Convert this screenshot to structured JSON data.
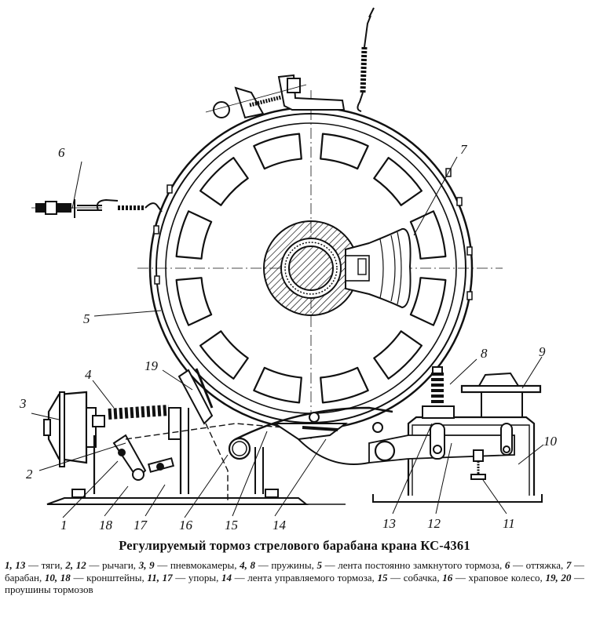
{
  "caption": {
    "title": "Регулируемый тормоз стрелового барабана крана КС-4361",
    "legend_items": [
      {
        "numbers": "1, 13",
        "text": "тяги"
      },
      {
        "numbers": "2, 12",
        "text": "рычаги"
      },
      {
        "numbers": "3, 9",
        "text": "пневмокамеры"
      },
      {
        "numbers": "4, 8",
        "text": "пружины"
      },
      {
        "numbers": "5",
        "text": "лента постоянно замкнутого тормоза"
      },
      {
        "numbers": "6",
        "text": "оттяжка"
      },
      {
        "numbers": "7",
        "text": "барабан"
      },
      {
        "numbers": "10, 18",
        "text": "кронштейны"
      },
      {
        "numbers": "11, 17",
        "text": "упоры"
      },
      {
        "numbers": "14",
        "text": "лента управляемого тормоза"
      },
      {
        "numbers": "15",
        "text": "собачка"
      },
      {
        "numbers": "16",
        "text": "храповое колесо"
      },
      {
        "numbers": "19, 20",
        "text": "проушины тормозов"
      }
    ]
  },
  "labels": {
    "l1": "1",
    "l2": "2",
    "l3": "3",
    "l4": "4",
    "l5": "5",
    "l6": "6",
    "l7": "7",
    "l8": "8",
    "l9": "9",
    "l10": "10",
    "l11": "11",
    "l12": "12",
    "l13": "13",
    "l14": "14",
    "l15": "15",
    "l16": "16",
    "l17": "17",
    "l18": "18",
    "l19": "19"
  },
  "colors": {
    "ink": "#111111",
    "paper": "#ffffff"
  }
}
